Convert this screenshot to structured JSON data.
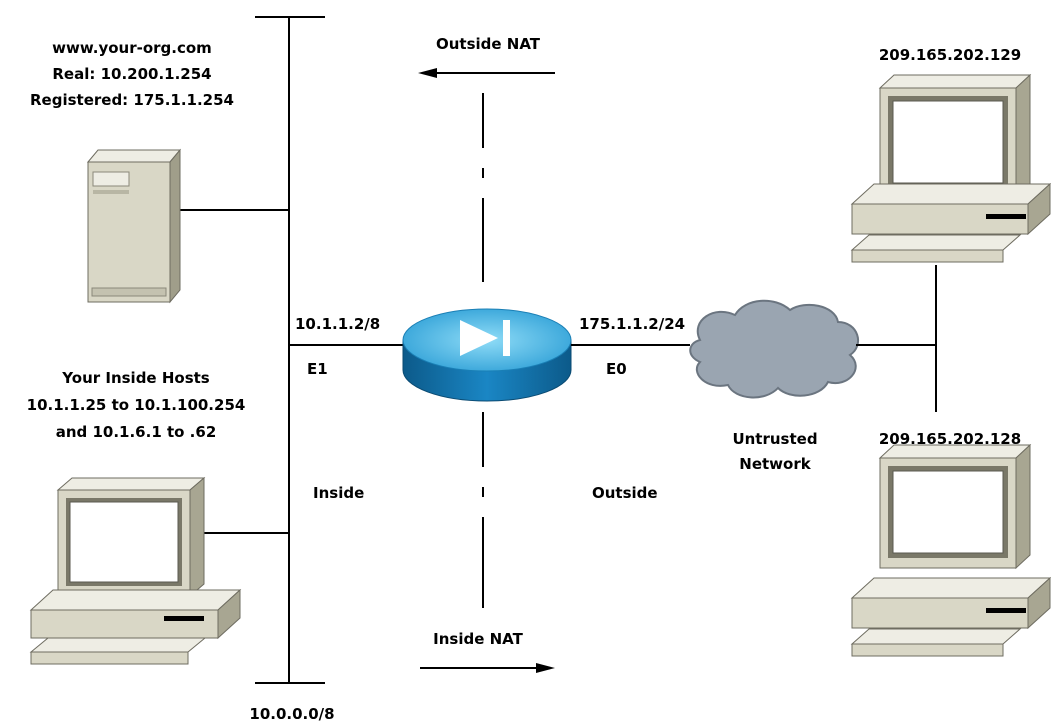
{
  "server": {
    "hostname": "www.your-org.com",
    "real": "Real: 10.200.1.254",
    "registered": "Registered: 175.1.1.254"
  },
  "inside_hosts": {
    "line1": "Your Inside Hosts",
    "line2": "10.1.1.25 to 10.1.100.254",
    "line3": "and 10.1.6.1 to .62"
  },
  "inside_network": "10.0.0.0/8",
  "router": {
    "inside_ip": "10.1.1.2/8",
    "inside_interface": "E1",
    "outside_ip": "175.1.1.2/24",
    "outside_interface": "E0"
  },
  "zones": {
    "inside": "Inside",
    "outside": "Outside"
  },
  "nat": {
    "outside": "Outside NAT",
    "inside": "Inside NAT"
  },
  "cloud": {
    "line1": "Untrusted",
    "line2": "Network"
  },
  "remote_hosts": {
    "top": "209.165.202.129",
    "bottom": "209.165.202.128"
  },
  "colors": {
    "router_top": "#33aadd",
    "router_side": "#1170a8",
    "cloud": "#9aa5b1",
    "device_beige": "#dcd9c4",
    "screen": "#ffffff"
  }
}
